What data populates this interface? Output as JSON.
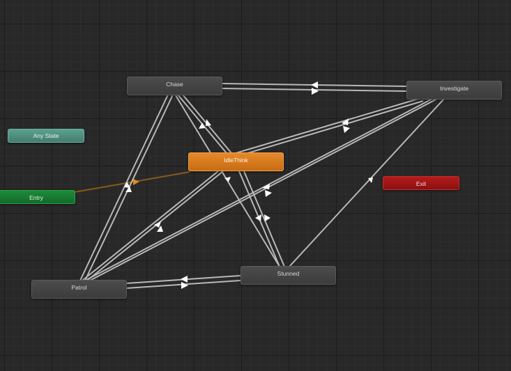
{
  "colors": {
    "transition_line": "#b8b8b8",
    "transition_arrow": "#ffffff",
    "default_transition": "#8a5a1a",
    "default_arrow": "#e08a20"
  },
  "states": {
    "chase": {
      "label": "Chase"
    },
    "investigate": {
      "label": "Investigate"
    },
    "any_state": {
      "label": "Any State"
    },
    "idle_think": {
      "label": "IdleThink"
    },
    "entry": {
      "label": "Entry"
    },
    "exit": {
      "label": "Exit"
    },
    "stunned": {
      "label": "Stunned"
    },
    "patrol": {
      "label": "Patrol"
    }
  }
}
